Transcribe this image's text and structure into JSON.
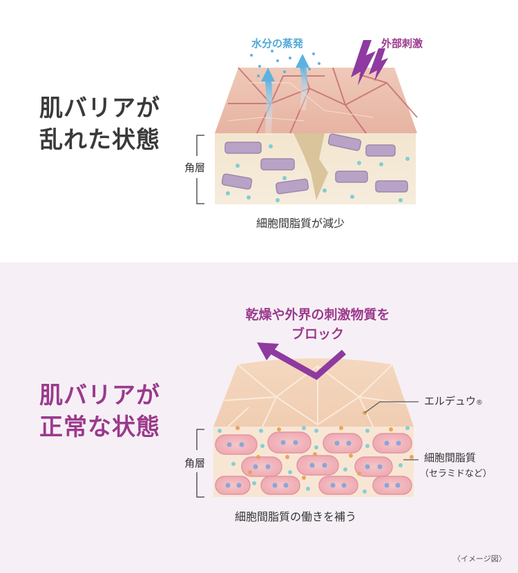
{
  "top": {
    "heading_line1": "肌バリアが",
    "heading_line2": "乱れた状態",
    "evaporation_label": "水分の蒸発",
    "irritant_label": "外部刺激",
    "stratum_label": "角層",
    "caption": "細胞間脂質が減少"
  },
  "bottom": {
    "heading_line1": "肌バリアが",
    "heading_line2": "正常な状態",
    "block_line1": "乾燥や外界の刺激物質を",
    "block_line2": "ブロック",
    "stratum_label": "角層",
    "ingredient_label": "エルデュウ",
    "registered_mark": "®",
    "lipid_label": "細胞間脂質",
    "lipid_sub": "（セラミドなど）",
    "caption": "細胞間脂質の働きを補う"
  },
  "footnote": "〈イメージ図〉",
  "colors": {
    "heading_dark": "#3a3a3a",
    "accent_purple": "#9b3a8c",
    "water_blue": "#4fa8d8",
    "panel_bottom_bg": "#f6f0f6"
  }
}
